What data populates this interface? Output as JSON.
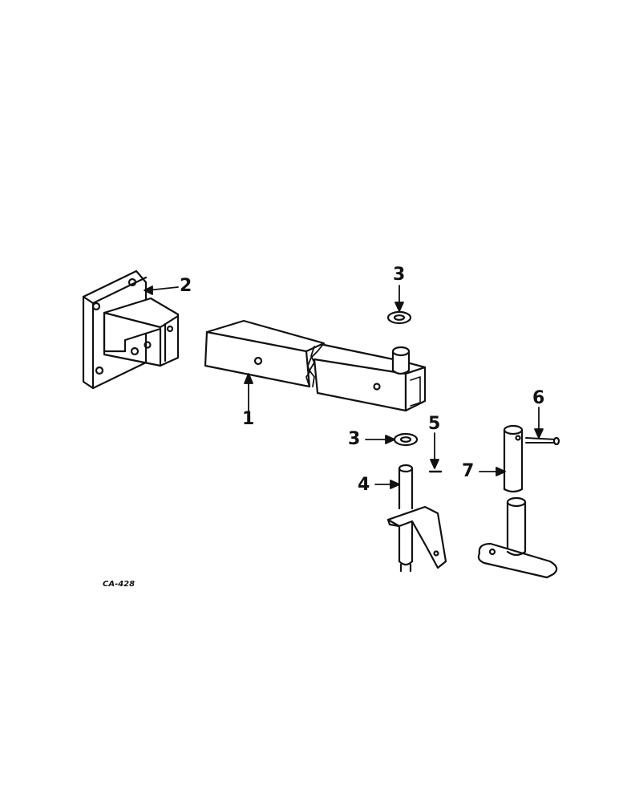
{
  "callouts": {
    "c1": "1",
    "c2": "2",
    "c3_top": "3",
    "c3_mid": "3",
    "c4": "4",
    "c5": "5",
    "c6": "6",
    "c7": "7"
  },
  "figure_code": "CA-428",
  "colors": {
    "ink": "#111111",
    "paper": "#ffffff"
  }
}
